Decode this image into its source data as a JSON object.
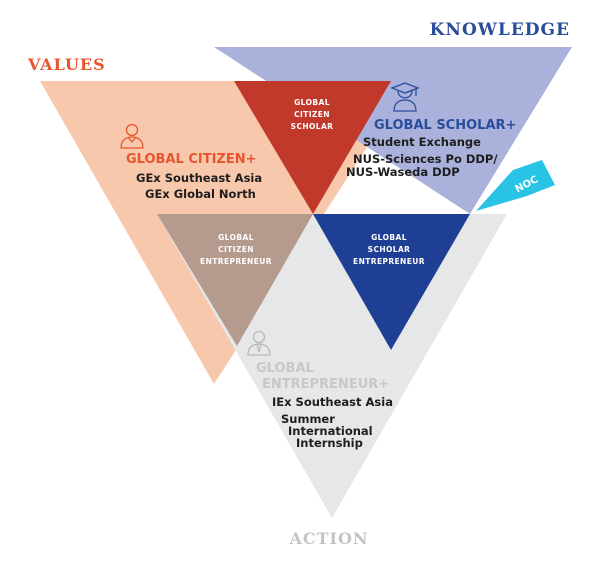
{
  "labels": {
    "knowledge": "KNOWLEDGE",
    "values": "VALUES",
    "action": "ACTION",
    "noc": "NOC"
  },
  "intersections": {
    "citizen_scholar": [
      "GLOBAL",
      "CITIZEN",
      "SCHOLAR"
    ],
    "citizen_entrepreneur": [
      "GLOBAL",
      "CITIZEN",
      "ENTREPRENEUR"
    ],
    "scholar_entrepreneur": [
      "GLOBAL",
      "SCHOLAR",
      "ENTREPRENEUR"
    ]
  },
  "citizen": {
    "title": "GLOBAL CITIZEN+",
    "items": [
      "GEx Southeast Asia",
      "GEx Global North"
    ]
  },
  "scholar": {
    "title": "GLOBAL SCHOLAR+",
    "items": [
      "Student Exchange",
      "NUS-Sciences Po DDP/",
      "NUS-Waseda DDP"
    ]
  },
  "entrepreneur": {
    "title_lines": [
      "GLOBAL",
      "ENTREPRENEUR+"
    ],
    "items": [
      "IEx Southeast Asia",
      "Summer",
      "International",
      "Internship"
    ]
  },
  "colors": {
    "values": "#f8c8ad",
    "knowledge": "#aab2dc",
    "action": "#e6e7e8",
    "citizen_scholar": "#c0392b",
    "citizen_entrepreneur": "#b59a8e",
    "scholar_entrepreneur": "#1f3f94",
    "noc": "#29c3e6",
    "values_text": "#e8542d",
    "knowledge_text": "#2a4d9a",
    "action_text": "#c4c4c4",
    "entrepreneur_text": "#c8c8c8"
  },
  "icons": [
    "person-icon",
    "graduate-icon",
    "businessman-icon"
  ]
}
